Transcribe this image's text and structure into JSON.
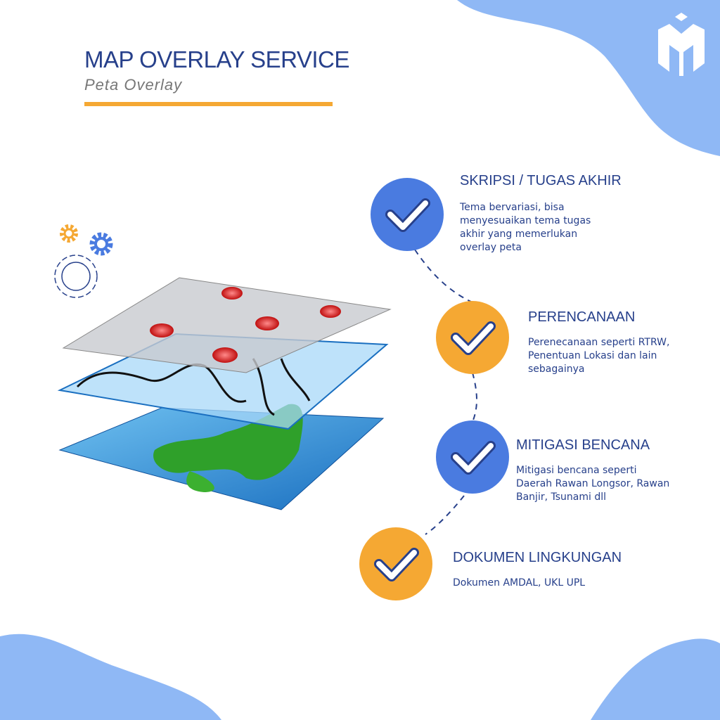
{
  "header": {
    "title": "MAP OVERLAY SERVICE",
    "subtitle": "Peta Overlay"
  },
  "colors": {
    "title": "#27408b",
    "accent_orange": "#f5a833",
    "accent_blue": "#4a7be0",
    "blob": "#8fb8f5"
  },
  "logo": {
    "name": "M-cube-logo"
  },
  "items": [
    {
      "title": "SKRIPSI / TUGAS AKHIR",
      "desc": "Tema bervariasi, bisa menyesuaikan tema tugas akhir yang memerlukan overlay peta",
      "icon": "check-icon",
      "color": "blue"
    },
    {
      "title": "PERENCANAAN",
      "desc": "Perenecanaan seperti RTRW, Penentuan Lokasi dan lain sebagainya",
      "icon": "check-icon",
      "color": "orange"
    },
    {
      "title": "MITIGASI BENCANA",
      "desc": "Mitigasi bencana seperti Daerah Rawan Longsor, Rawan Banjir, Tsunami dll",
      "icon": "check-icon",
      "color": "blue"
    },
    {
      "title": "DOKUMEN LINGKUNGAN",
      "desc": "Dokumen AMDAL, UKL UPL",
      "icon": "check-icon",
      "color": "orange"
    }
  ]
}
